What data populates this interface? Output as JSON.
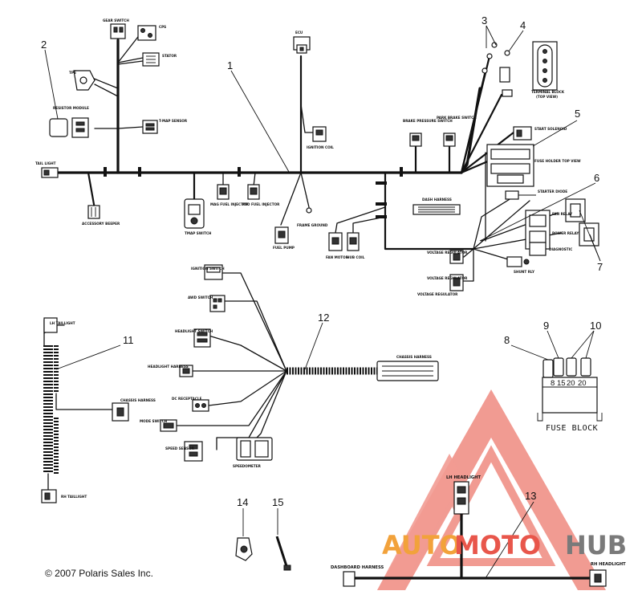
{
  "callouts": [
    "1",
    "2",
    "3",
    "4",
    "5",
    "6",
    "7",
    "8",
    "9",
    "10",
    "11",
    "12",
    "13",
    "14",
    "15"
  ],
  "labels": {
    "tail_light": "TAIL LIGHT",
    "accessory_beeper": "ACCESSORY BEEPER",
    "resistor_module": "RESISTOR MODULE",
    "tps": "TPS",
    "gear_switch": "GEAR SWITCH",
    "cps": "CPS",
    "stator": "STATOR",
    "tmap_sensor": "T-MAP SENSOR",
    "tmap_switch": "TMAP SWITCH",
    "mag_fuel_injector": "MAG FUEL INJECTOR",
    "pto_fuel_injector": "PTO FUEL INJECTOR",
    "ecu": "ECU",
    "ignition_coil": "IGNITION COIL",
    "frame_ground": "FRAME GROUND",
    "fuel_pump": "FUEL PUMP",
    "fan_motor": "FAN MOTOR",
    "hub_coil": "HUB COIL",
    "brake_pressure_switch": "BRAKE PRESSURE SWITCH",
    "park_brake_switch": "PARK BRAKE SWITCH",
    "dash_harness": "DASH HARNESS",
    "starter_solenoid": "START SOLENOID",
    "fuse_holder": "FUSE HOLDER TOP VIEW",
    "starter_diode": "STARTER DIODE",
    "fan_relay": "FAN RELAY",
    "power_relay": "POWER RELAY",
    "diagnostic": "DIAGNOSTIC",
    "shunt": "SHUNT RLY",
    "voltage_regulator_a": "VOLTAGE REGULATOR",
    "voltage_regulator_b": "VOLTAGE REGULATOR",
    "voltage_regulator_c": "VOLTAGE REGULATOR",
    "terminal_block": "TERMINAL BLOCK",
    "terminal_block_view": "(TOP VIEW)",
    "ignition_switch": "IGNITION SWITCH",
    "awd_switch": "AWD SWITCH",
    "headlight_switch": "HEADLIGHT SWITCH",
    "headlight_harness": "HEADLIGHT HARNESS",
    "dc_receptacle": "DC RECEPTACLE",
    "mode_switch": "MODE SWITCH",
    "speed_sensor": "SPEED SENSOR",
    "speedometer": "SPEEDOMETER",
    "chassis_harness_a": "CHASSIS HARNESS",
    "chassis_harness_b": "CHASSIS HARNESS",
    "lh_taillight": "LH TAILLIGHT",
    "rh_taillight": "RH TAILLIGHT",
    "lh_headlight": "LH HEADLIGHT",
    "rh_headlight": "RH HEADLIGHT",
    "dashboard_harness": "DASHBOARD HARNESS"
  },
  "fuse_block": {
    "title": "FUSE BLOCK",
    "values": [
      "8",
      "15",
      "20",
      "20"
    ]
  },
  "copyright": "© 2007 Polaris Sales Inc.",
  "watermark": {
    "auto": "AUTO",
    "moto": "MOTO",
    "hub": "HUB",
    "colors": {
      "red": "#e8564b",
      "orange": "#f2a23b",
      "gray": "#7a7a7a"
    }
  }
}
